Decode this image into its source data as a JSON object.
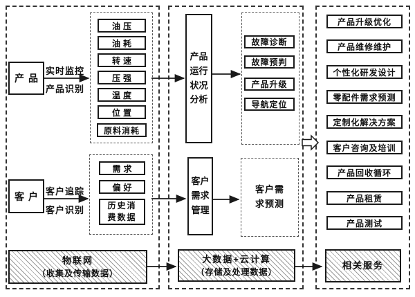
{
  "colors": {
    "line": "#1a1a1a",
    "background": "#ffffff",
    "hatch": "#9a9a9a"
  },
  "left": {
    "product_label": "产品",
    "product_arrow_top": "实时监控",
    "product_arrow_bottom": "产品识别",
    "metrics": [
      "油压",
      "油耗",
      "转速",
      "压强",
      "温度",
      "位置",
      "原料消耗"
    ],
    "customer_label": "客户",
    "customer_arrow_top": "客户追踪",
    "customer_arrow_bottom": "客户识别",
    "customer_attrs": [
      "需求",
      "偏好",
      "历史消费数据"
    ],
    "iot_title": "物联网",
    "iot_subtitle": "（收集及传输数据）"
  },
  "middle": {
    "analysis_label": "产品运行状况分析",
    "analysis_outputs": [
      "故障诊断",
      "故障预判",
      "产品升级",
      "导航定位"
    ],
    "demand_label": "客户需求管理",
    "forecast_label": "客户需求预测",
    "bigdata_title": "大数据+云计算",
    "bigdata_subtitle": "（存储及处理数据）"
  },
  "right": {
    "services": [
      "产品升级优化",
      "产品维修维护",
      "个性化研发设计",
      "零配件需求预测",
      "定制化解决方案",
      "客户咨询及培训",
      "产品回收循环",
      "产品租赁",
      "产品测试"
    ],
    "related_label": "相关服务"
  }
}
